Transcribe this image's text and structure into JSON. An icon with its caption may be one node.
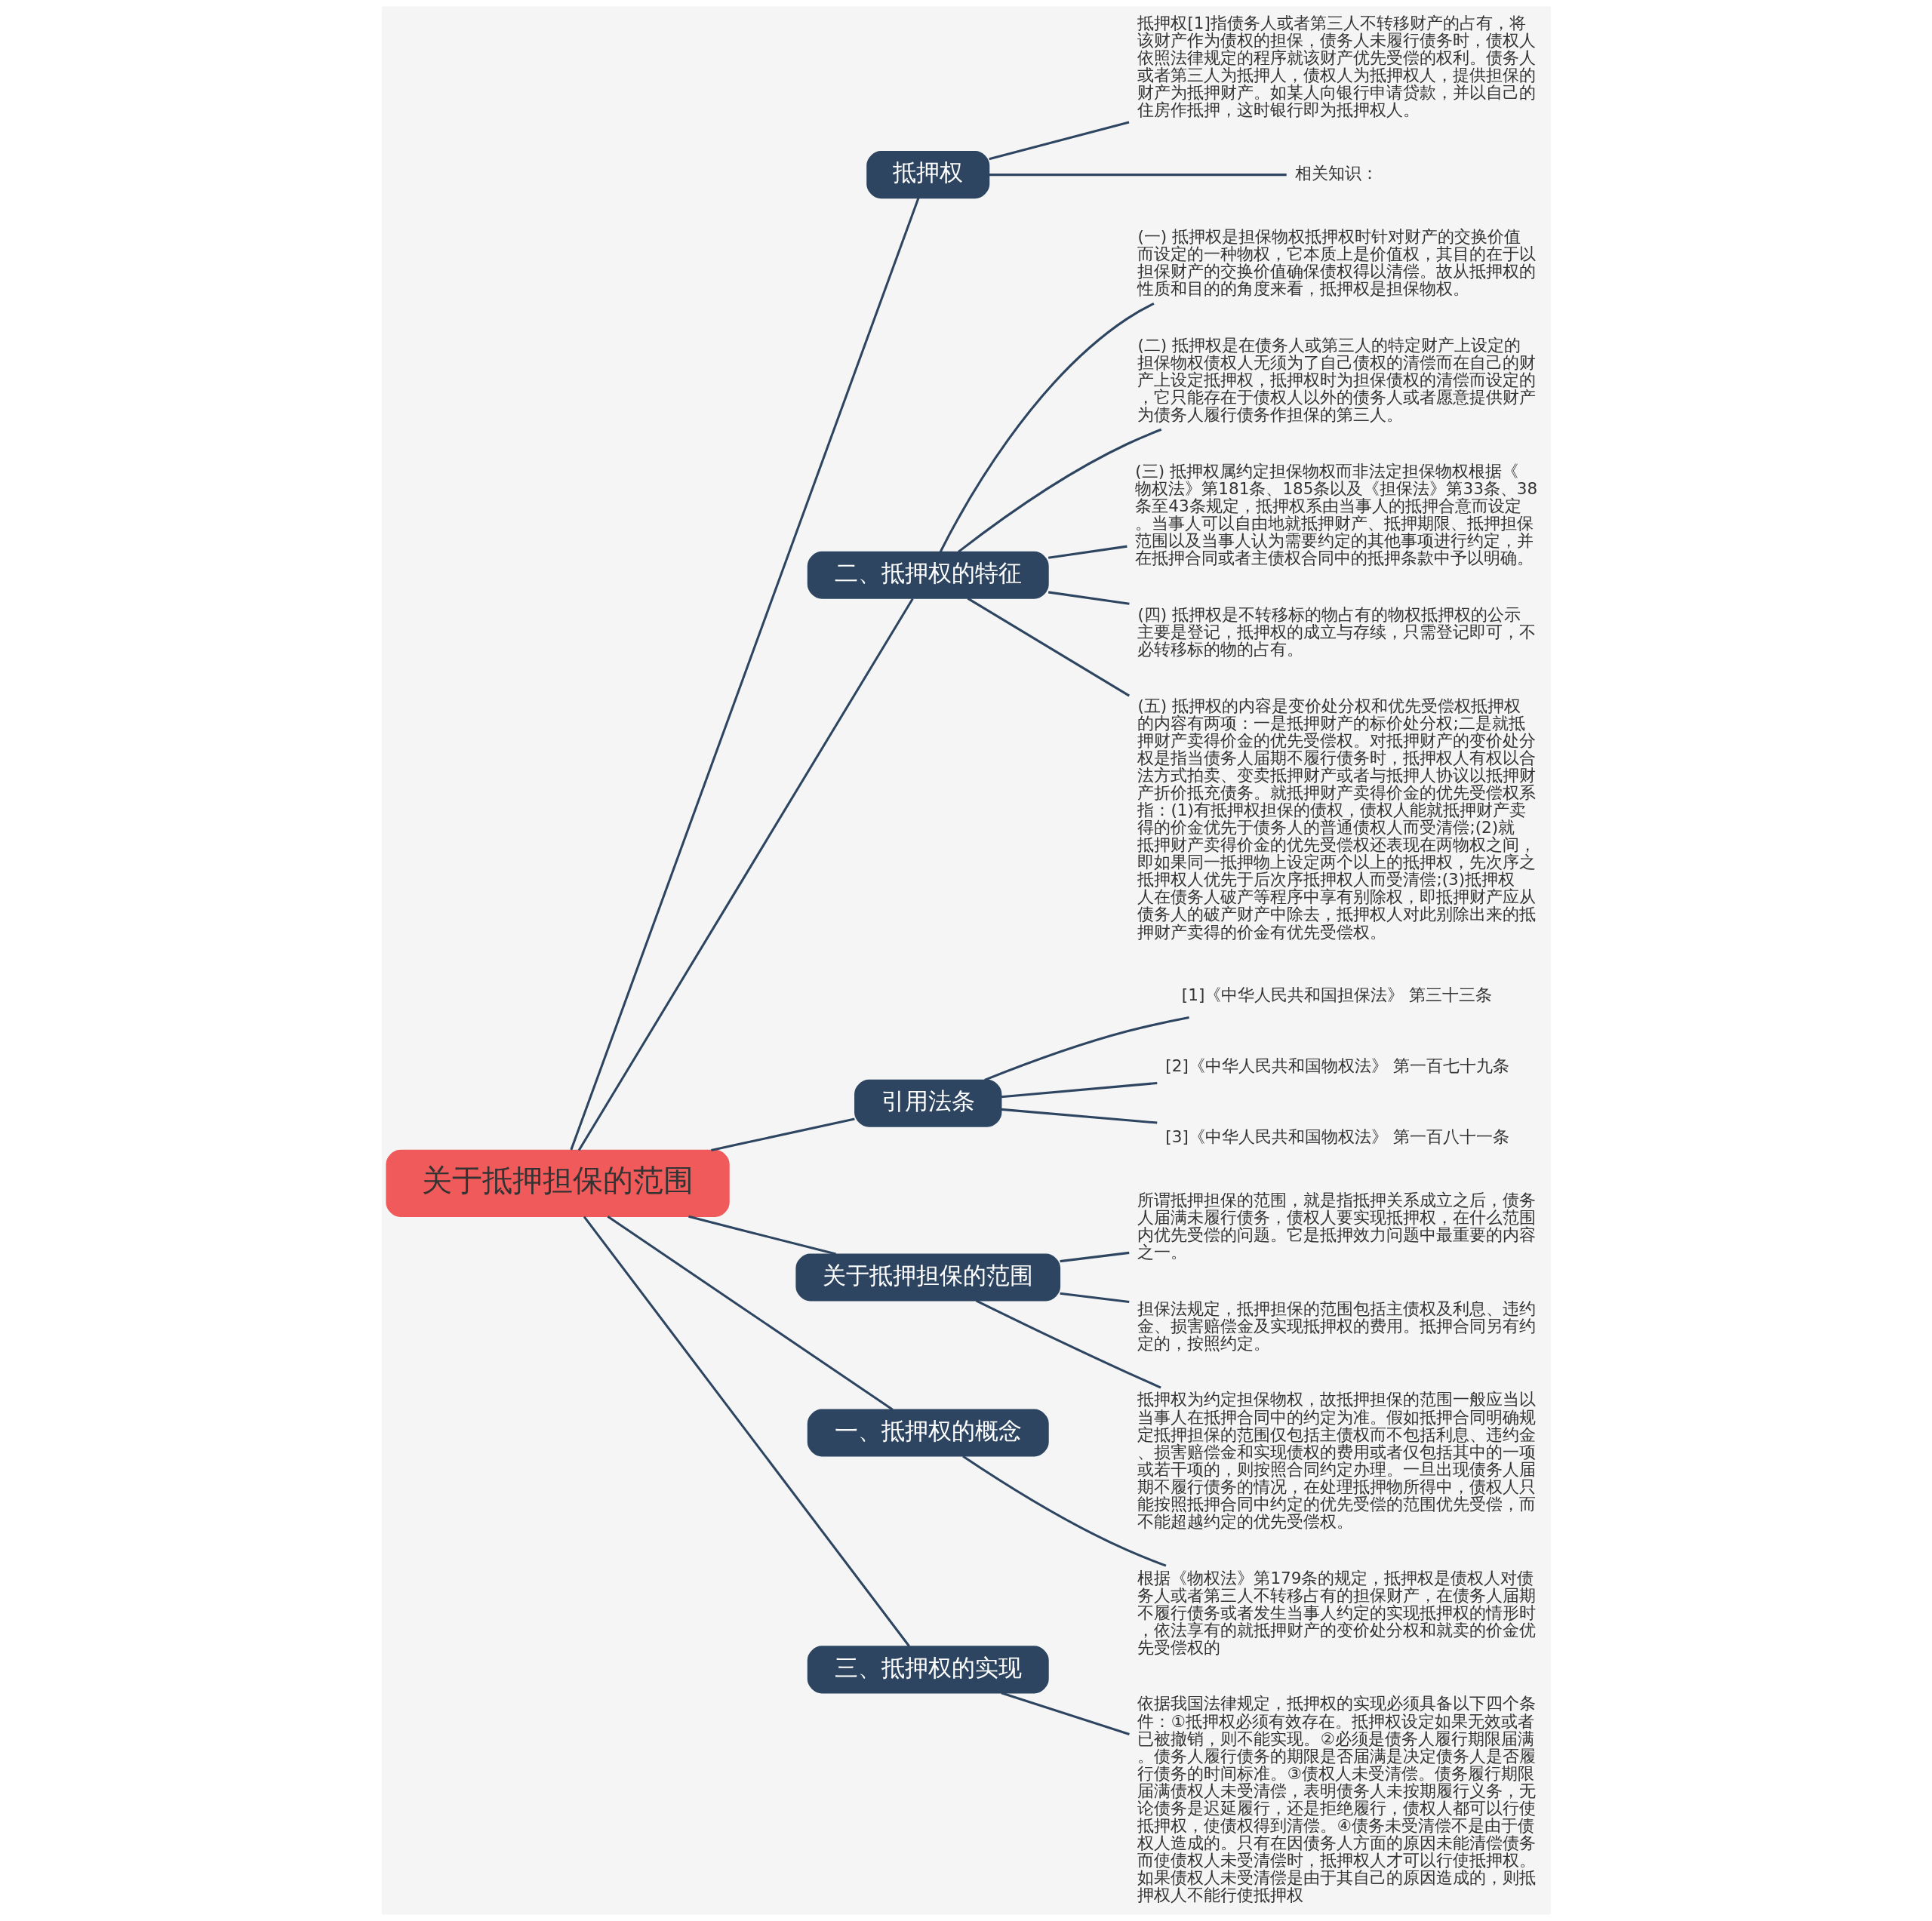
{
  "diagram": {
    "nodes": [
      {
        "text": [
          "关于抵押担保的范围"
        ]
      },
      {
        "text": [
          "抵押权"
        ]
      },
      {
        "text": [
          "抵押权[1]指债务人或者第三人不转移财产的占有，将该财产作为债权的担保，债务人未履行债务时，债权人依照法律规定的程序就该财产优先受偿的权利。债务人或者第三人为抵押人，债权人为抵押权人，提供担保的财产为抵押财产。如某人向银行申请贷款，并以自己的住房作抵押，这时银行即为抵押权人。"
        ]
      },
      {
        "text": [
          "相关知识："
        ]
      },
      {
        "text": [
          "二、抵押权的特征"
        ]
      },
      {
        "text": [
          "(一) 抵押权是担保物权抵押权时针对财产的交换价值而设定的一种物权，它本质上是价值权，其目的在于以担保财产的交换价值确保债权得以清偿。故从抵押权的性质和目的的角度来看，抵押权是担保物权。"
        ]
      },
      {
        "text": [
          "(二) 抵押权是在债务人或第三人的特定财产上设定的担保物权债权人无须为了自己债权的清偿而在自己的财产上设定抵押权，抵押权时为担保债权的清偿而设定的，它只能存在于债权人以外的债务人或者愿意提供财产为债务人履行债务作担保的第三人。"
        ]
      },
      {
        "text": [
          "(三) 抵押权属约定担保物权而非法定担保物权根据《物权法》第181条、185条以及《担保法》第33条、38条至43条规定，抵押权系由当事人的抵押合意而设定。当事人可以自由地就抵押财产、抵押期限、抵押担保范围以及当事人认为需要约定的其他事项进行约定，并在抵押合同或者主债权合同中的抵押条款中予以明确。"
        ]
      },
      {
        "text": [
          "(四) 抵押权是不转移标的物占有的物权抵押权的公示主要是登记，抵押权的成立与存续，只需登记即可，不必转移标的物的占有。"
        ]
      },
      {
        "text": [
          "(五) 抵押权的内容是变价处分权和优先受偿权抵押权的内容有两项：一是抵押财产的标价处分权;二是就抵押财产卖得价金的优先受偿权。对抵押财产的变价处分权是指当债务人届期不履行债务时，抵押权人有权以合法方式拍卖、变卖抵押财产或者与抵押人协议以抵押财产折价抵充债务。就抵押财产卖得价金的优先受偿权系指：(1)有抵押权担保的债权，债权人能就抵押财产卖得的价金优先于债务人的普通债权人而受清偿;(2)就抵押财产卖得价金的优先受偿权还表现在两物权之间，即如果同一抵押物上设定两个以上的抵押权，先次序之抵押权人优先于后次序抵押权人而受清偿;(3)抵押权人在债务人破产等程序中享有别除权，即抵押财产应从债务人的破产财产中除去，抵押权人对此别除出来的抵押财产卖得的价金有优先受偿权。"
        ]
      },
      {
        "text": [
          "引用法条"
        ]
      },
      {
        "text": [
          "[1]《中华人民共和国担保法》 第三十三条"
        ]
      },
      {
        "text": [
          "[2]《中华人民共和国物权法》 第一百七十九条"
        ]
      },
      {
        "text": [
          "[3]《中华人民共和国物权法》 第一百八十一条"
        ]
      },
      {
        "text": [
          "关于抵押担保的范围"
        ]
      },
      {
        "text": [
          "所谓抵押担保的范围，就是指抵押关系成立之后，债务人届满未履行债务，债权人要实现抵押权，在什么范围内优先受偿的问题。它是抵押效力问题中最重要的内容之一。"
        ]
      },
      {
        "text": [
          "担保法规定，抵押担保的范围包括主债权及利息、违约金、损害赔偿金及实现抵押权的费用。抵押合同另有约定的，按照约定。"
        ]
      },
      {
        "text": [
          "抵押权为约定担保物权，故抵押担保的范围一般应当以当事人在抵押合同中的约定为准。假如抵押合同明确规定抵押担保的范围仅包括主债权而不包括利息、违约金、损害赔偿金和实现债权的费用或者仅包括其中的一项或若干项的，则按照合同约定办理。一旦出现债务人届期不履行债务的情况，在处理抵押物所得中，债权人只能按照抵押合同中约定的优先受偿的范围优先受偿，而不能超越约定的优先受偿权。"
        ]
      },
      {
        "text": [
          "一、抵押权的概念"
        ]
      },
      {
        "text": [
          "根据《物权法》第179条的规定，抵押权是债权人对债务人或者第三人不转移占有的担保财产，在债务人届期不履行债务或者发生当事人约定的实现抵押权的情形时，依法享有的就抵押财产的变价处分权和就卖的价金优先受偿权的"
        ]
      },
      {
        "text": [
          "三、抵押权的实现"
        ]
      },
      {
        "text": [
          "依据我国法律规定，抵押权的实现必须具备以下四个条件：①抵押权必须有效存在。抵押权设定如果无效或者已被撤销，则不能实现。②必须是债务人履行期限届满。债务人履行债务的期限是否届满是决定债务人是否履行债务的时间标准。③债权人未受清偿。债务履行期限届满债权人未受清偿，表明债务人未按期履行义务，无论债务是迟延履行，还是拒绝履行，债权人都可以行使抵押权，使债权得到清偿。④债务未受清偿不是由于债权人造成的。只有在因债务人方面的原因未能清偿债务而使债权人未受清偿时，抵押权人才可以行使抵押权。如果债权人未受清偿是由于其自己的原因造成的，则抵押权人不能行使抵押权"
        ]
      }
    ],
    "edges": [
      {
        "from": 0,
        "to": 1,
        "arrow": "none"
      },
      {
        "from": 1,
        "to": 2,
        "arrow": "none"
      },
      {
        "from": 1,
        "to": 3,
        "arrow": "none"
      },
      {
        "from": 0,
        "to": 4,
        "arrow": "none"
      },
      {
        "from": 4,
        "to": 5,
        "arrow": "none"
      },
      {
        "from": 4,
        "to": 6,
        "arrow": "none"
      },
      {
        "from": 4,
        "to": 7,
        "arrow": "none"
      },
      {
        "from": 4,
        "to": 8,
        "arrow": "none"
      },
      {
        "from": 4,
        "to": 9,
        "arrow": "none"
      },
      {
        "from": 0,
        "to": 10,
        "arrow": "none"
      },
      {
        "from": 10,
        "to": 11,
        "arrow": "none"
      },
      {
        "from": 10,
        "to": 12,
        "arrow": "none"
      },
      {
        "from": 10,
        "to": 13,
        "arrow": "none"
      },
      {
        "from": 0,
        "to": 14,
        "arrow": "none"
      },
      {
        "from": 14,
        "to": 15,
        "arrow": "none"
      },
      {
        "from": 14,
        "to": 16,
        "arrow": "none"
      },
      {
        "from": 14,
        "to": 17,
        "arrow": "none"
      },
      {
        "from": 0,
        "to": 18,
        "arrow": "none"
      },
      {
        "from": 18,
        "to": 19,
        "arrow": "none"
      },
      {
        "from": 0,
        "to": 20,
        "arrow": "none"
      },
      {
        "from": 20,
        "to": 21,
        "arrow": "none"
      }
    ]
  }
}
